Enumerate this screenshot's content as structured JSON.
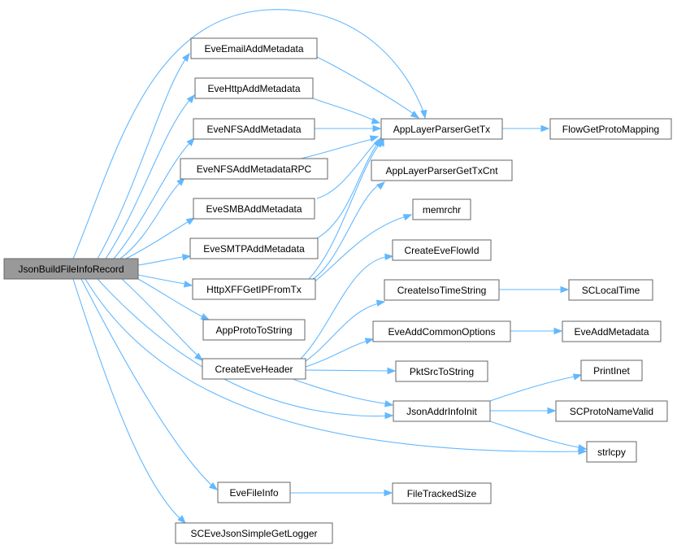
{
  "accent_color": "#63b8ff",
  "nodes": {
    "root": "JsonBuildFileInfoRecord",
    "email": "EveEmailAddMetadata",
    "http": "EveHttpAddMetadata",
    "nfs": "EveNFSAddMetadata",
    "nfsrpc": "EveNFSAddMetadataRPC",
    "smb": "EveSMBAddMetadata",
    "smtp": "EveSMTPAddMetadata",
    "xff": "HttpXFFGetIPFromTx",
    "appproto": "AppProtoToString",
    "header": "CreateEveHeader",
    "fileinfo": "EveFileInfo",
    "logger": "SCEveJsonSimpleGetLogger",
    "gettx": "AppLayerParserGetTx",
    "gettxcnt": "AppLayerParserGetTxCnt",
    "memrchr": "memrchr",
    "flowid": "CreateEveFlowId",
    "isotime": "CreateIsoTimeString",
    "common": "EveAddCommonOptions",
    "pktsrc": "PktSrcToString",
    "addrinfo": "JsonAddrInfoInit",
    "tracked": "FileTrackedSize",
    "protomap": "FlowGetProtoMapping",
    "localtime": "SCLocalTime",
    "addmeta": "EveAddMetadata",
    "printinet": "PrintInet",
    "protovalid": "SCProtoNameValid",
    "strlcpy": "strlcpy"
  }
}
